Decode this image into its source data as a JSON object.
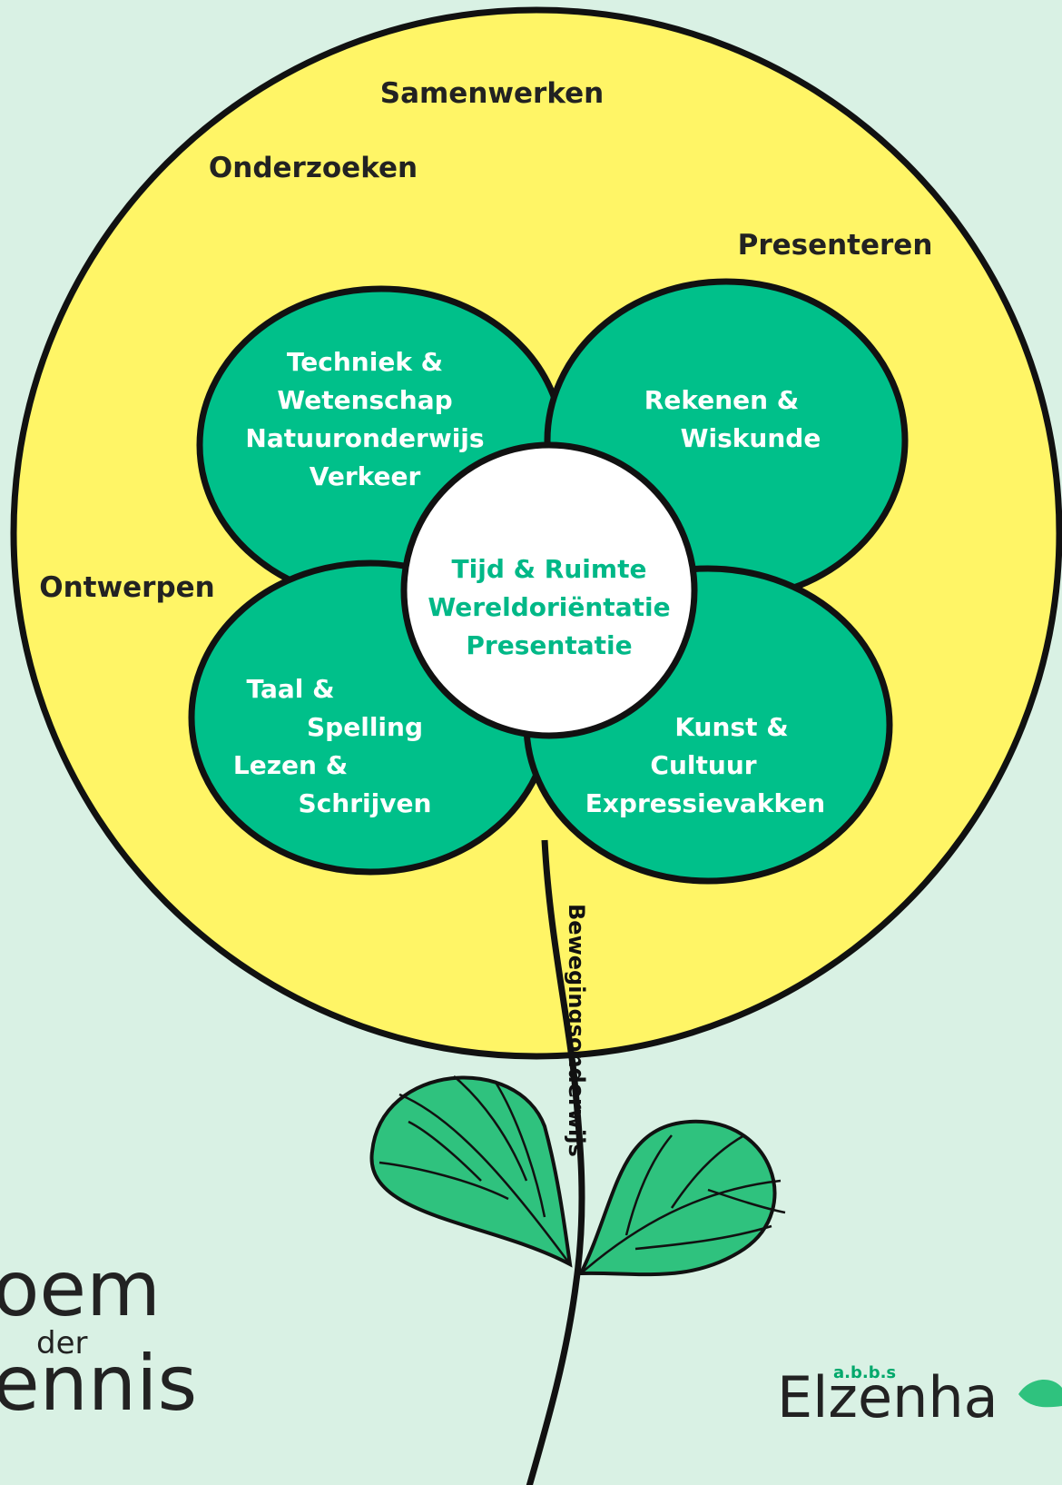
{
  "colors": {
    "background": "#d9f1e4",
    "circle": "#fff566",
    "petal": "#00c08a",
    "outline": "#111111",
    "center": "#ffffff",
    "center_text": "#00b887",
    "leaf": "#2fc27e"
  },
  "skills": {
    "samenwerken": "Samenwerken",
    "onderzoeken": "Onderzoeken",
    "presenteren": "Presenteren",
    "ontwerpen": "Ontwerpen"
  },
  "petals": {
    "top_left": [
      "Techniek &",
      "Wetenschap",
      "Natuuronderwijs",
      "Verkeer"
    ],
    "top_right": [
      "Rekenen &",
      "Wiskunde"
    ],
    "bottom_left": [
      "Taal &",
      "Spelling",
      "Lezen &",
      "Schrijven"
    ],
    "bottom_right": [
      "Kunst &",
      "Cultuur",
      "Expressievakken"
    ]
  },
  "center": [
    "Tijd & Ruimte",
    "Wereldoriëntatie",
    "Presentatie"
  ],
  "stem": {
    "label": "Bewegingsonderwijs"
  },
  "logos": {
    "left": {
      "line1": "oem",
      "line2": "der",
      "line3": "ennis"
    },
    "right": {
      "small": "a.b.b.s",
      "main": "Elzenha"
    }
  }
}
